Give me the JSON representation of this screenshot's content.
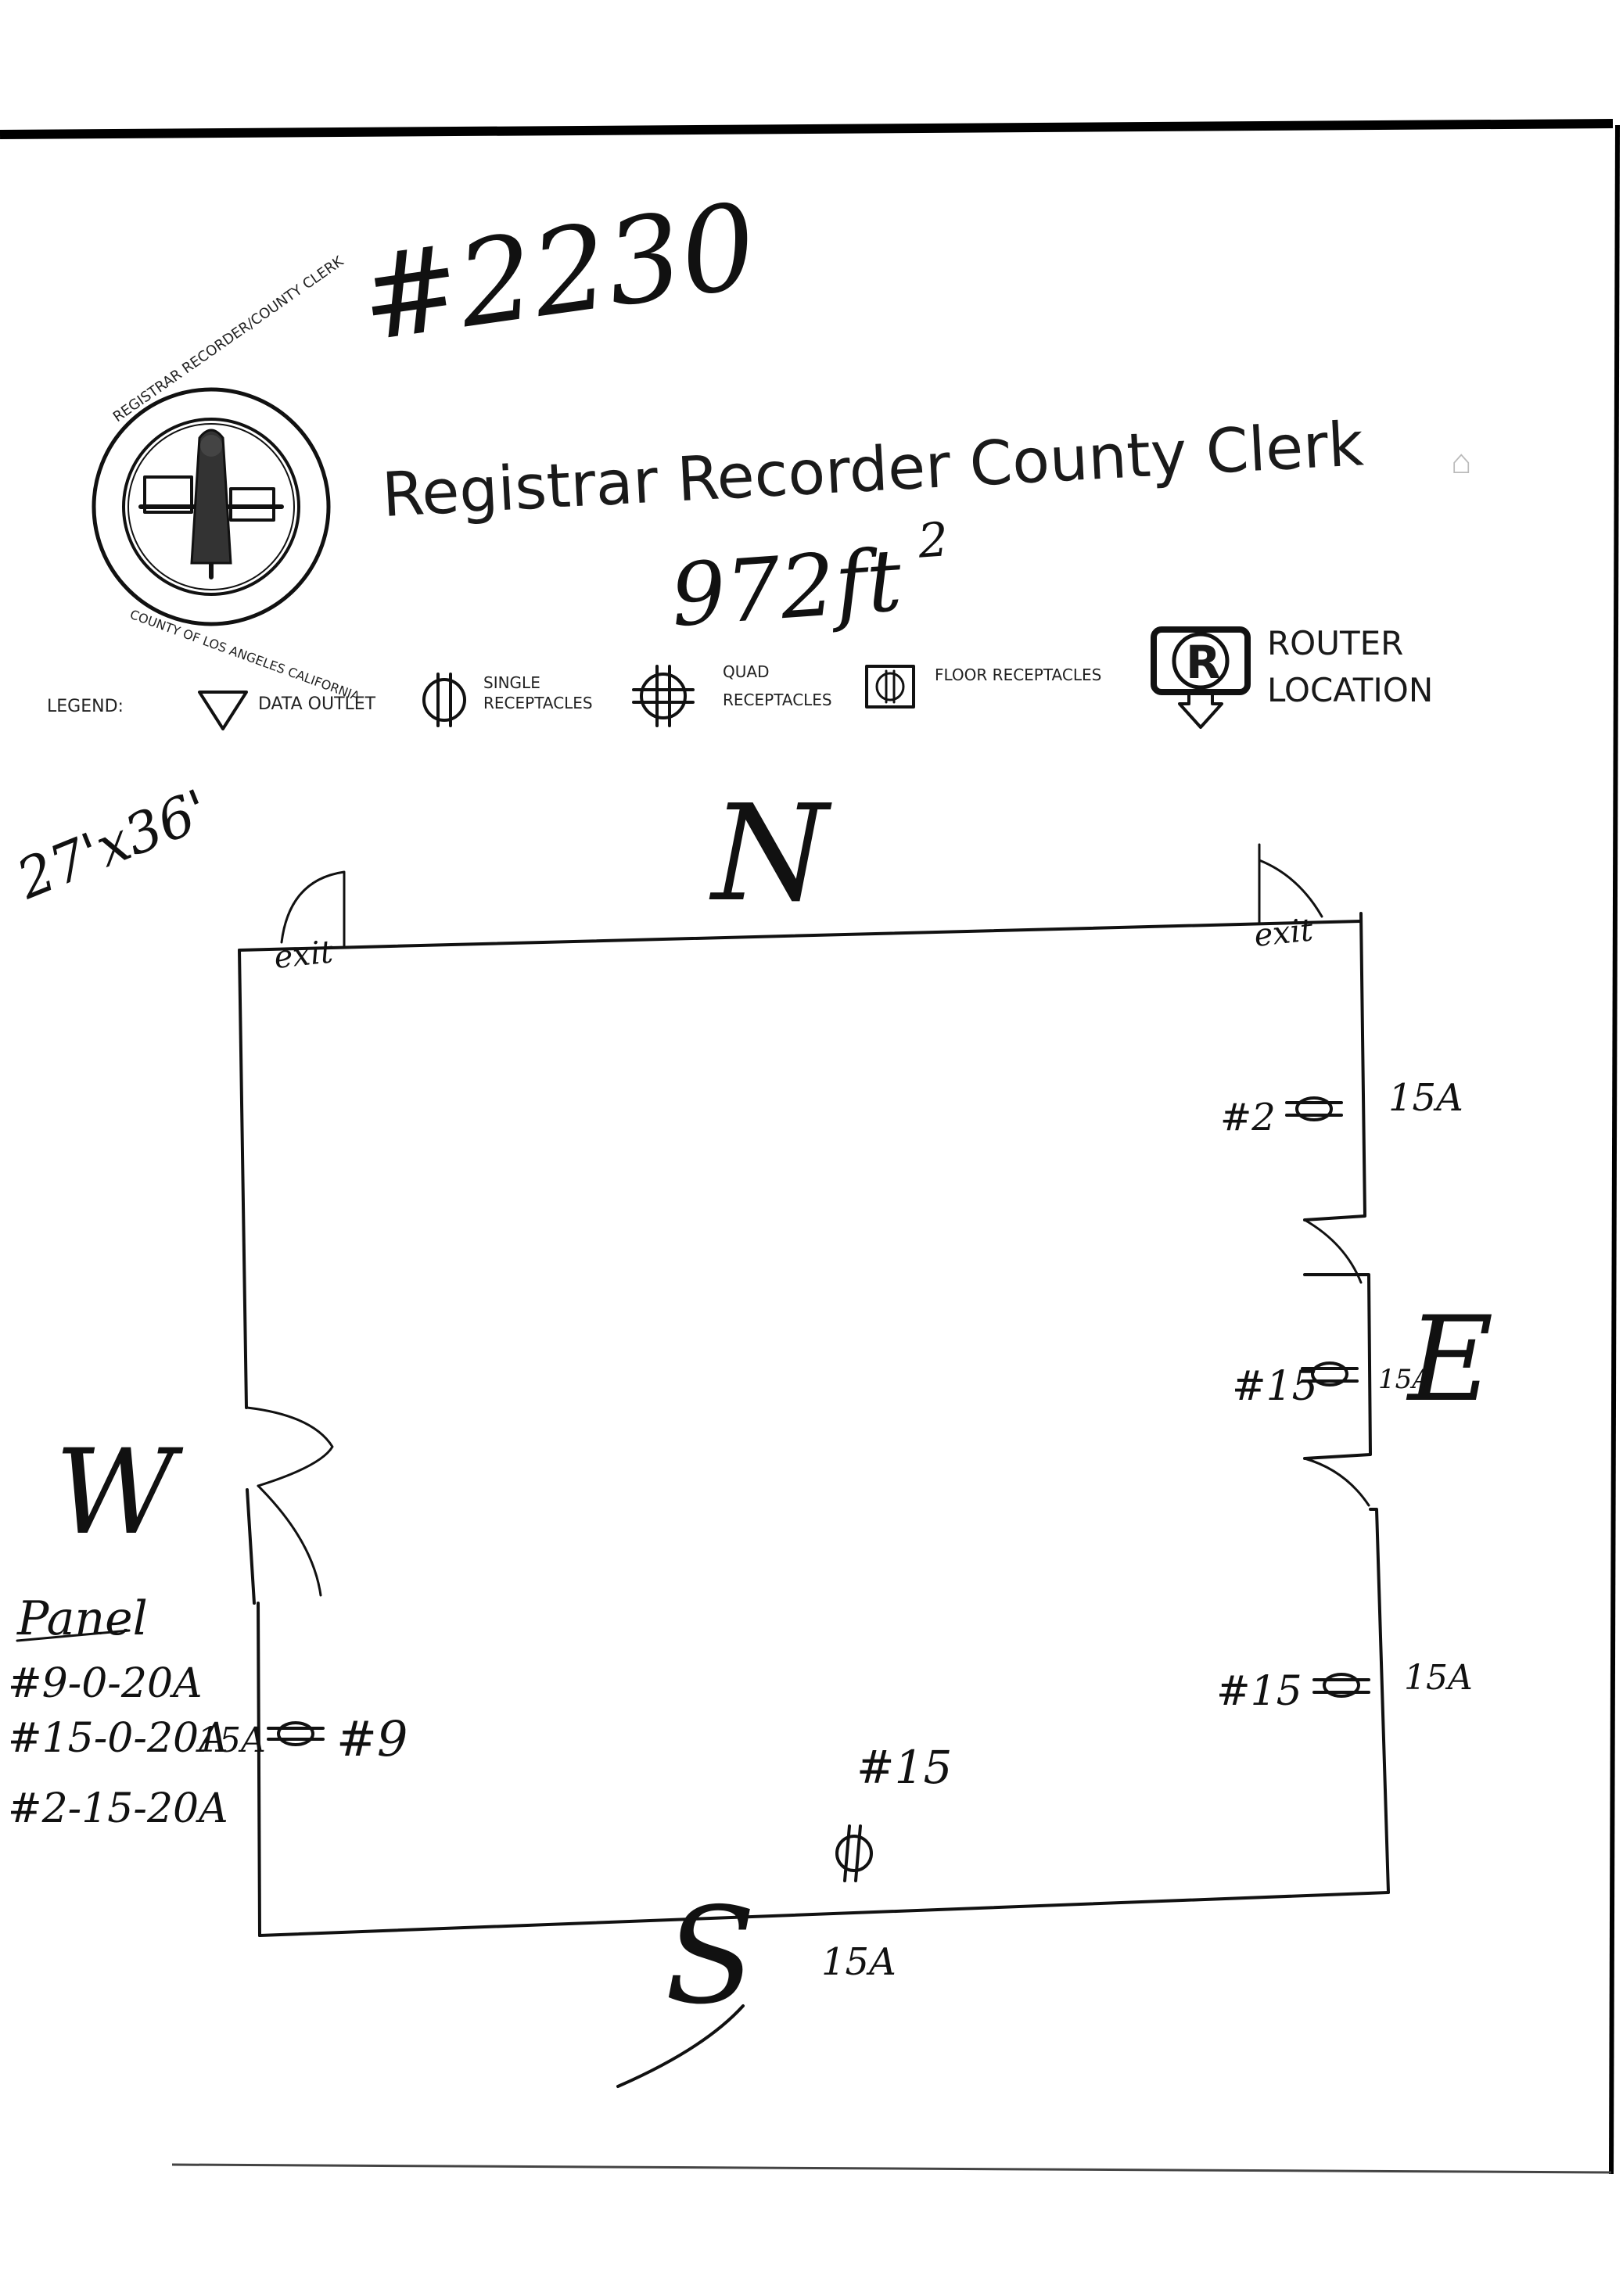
{
  "header": {
    "handwritten_number": "#2230",
    "title": "Registrar Recorder County Clerk",
    "area_base": "972ft",
    "area_exp": "2",
    "dimensions": "27'x36'"
  },
  "seal": {
    "ring_text_top": "REGISTRAR RECORDER/COUNTY CLERK",
    "ring_text_bottom": "COUNTY OF LOS ANGELES CALIFORNIA"
  },
  "legend": {
    "label": "LEGEND:",
    "items": [
      {
        "icon": "data-outlet-icon",
        "text": "DATA OUTLET"
      },
      {
        "icon": "single-receptacle-icon",
        "text_line1": "SINGLE",
        "text_line2": "RECEPTACLES"
      },
      {
        "icon": "quad-receptacle-icon",
        "text_line1": "QUAD",
        "text_line2": "RECEPTACLES"
      },
      {
        "icon": "floor-receptacle-icon",
        "text": "FLOOR RECEPTACLES"
      }
    ],
    "router": {
      "letter": "R",
      "line1": "ROUTER",
      "line2": "LOCATION"
    }
  },
  "compass": {
    "north": "N",
    "south": "S",
    "east": "E",
    "west": "W"
  },
  "exits": [
    "exit",
    "exit"
  ],
  "outlets": [
    {
      "label": "#2",
      "amps": "15A"
    },
    {
      "label": "#15",
      "amps": "15A"
    },
    {
      "label": "#15",
      "amps": "15A"
    },
    {
      "label": "#9",
      "amps": "15A"
    },
    {
      "label": "#15",
      "amps": "15A"
    }
  ],
  "panel": {
    "heading": "Panel",
    "lines": [
      "#9-0-20A",
      "#15-0-20A",
      "#2-15-20A"
    ]
  }
}
